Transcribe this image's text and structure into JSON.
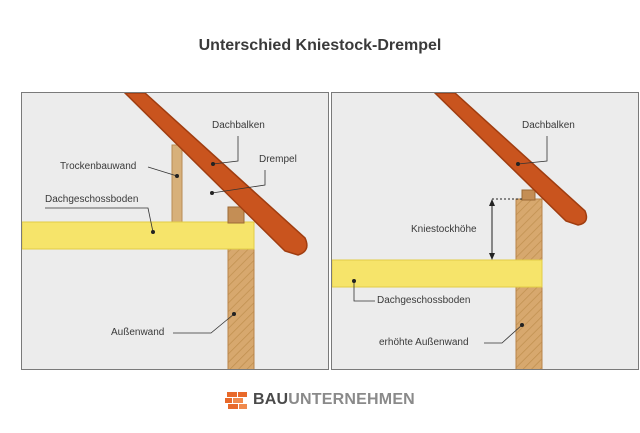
{
  "title": "Unterschied Kniestock-Drempel",
  "left": {
    "dachbalken": "Dachbalken",
    "trockenbauwand": "Trockenbauwand",
    "drempel": "Drempel",
    "dachgeschossboden": "Dachgeschossboden",
    "aussenwand": "Außenwand"
  },
  "right": {
    "dachbalken": "Dachbalken",
    "kniestockhoehe": "Kniestockhöhe",
    "dachgeschossboden": "Dachgeschossboden",
    "erhoehte_aussenwand": "erhöhte Außenwand"
  },
  "logo": {
    "part1": "BAU",
    "part2": "UNTERNEHMEN"
  },
  "colors": {
    "beam": "#c9541e",
    "beam_edge": "#a03d10",
    "floor": "#f6e46a",
    "wood": "#d7a86e",
    "wood_dark": "#b9854a",
    "panel_bg": "#ececec",
    "logo_orange": "#e8692a",
    "logo_gray": "#4a4a4a"
  }
}
